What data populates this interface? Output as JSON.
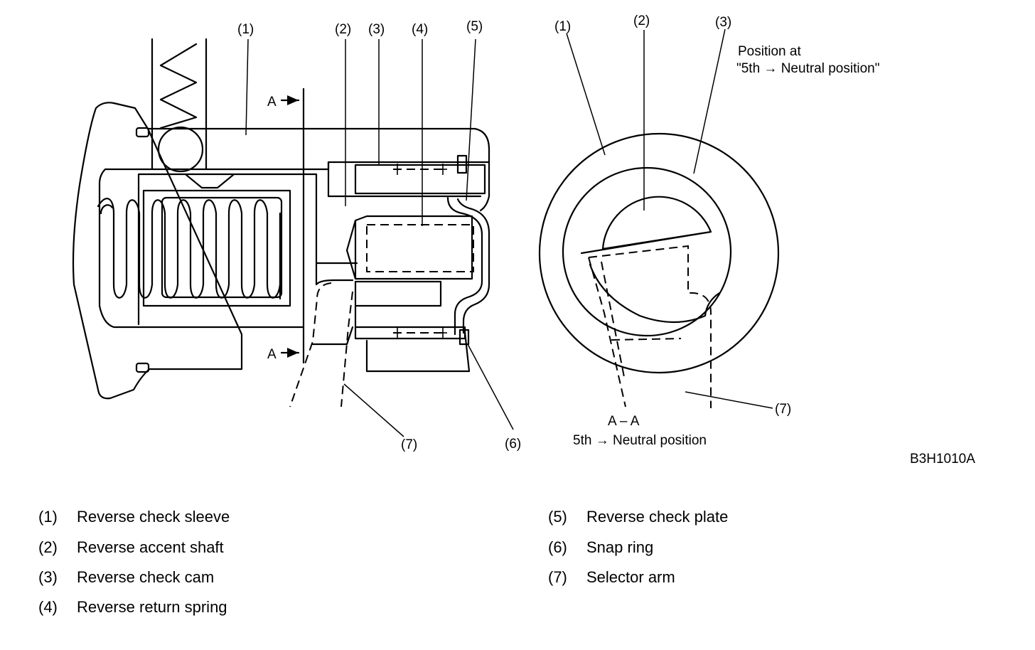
{
  "callouts": {
    "c1": "(1)",
    "c2": "(2)",
    "c3": "(3)",
    "c4": "(4)",
    "c5": "(5)",
    "c6": "(6)",
    "c7": "(7)"
  },
  "section_marker": "A",
  "end_view": {
    "position_title_line1": "Position at",
    "position_title_line2": "\"5th → Neutral position\"",
    "section_title": "A – A",
    "section_caption": "5th → Neutral position"
  },
  "figure_code": "B3H1010A",
  "legend": [
    {
      "num": "(1)",
      "text": "Reverse check sleeve"
    },
    {
      "num": "(2)",
      "text": "Reverse accent shaft"
    },
    {
      "num": "(3)",
      "text": "Reverse check cam"
    },
    {
      "num": "(4)",
      "text": "Reverse return spring"
    },
    {
      "num": "(5)",
      "text": "Reverse check plate"
    },
    {
      "num": "(6)",
      "text": "Snap ring"
    },
    {
      "num": "(7)",
      "text": "Selector arm"
    }
  ]
}
